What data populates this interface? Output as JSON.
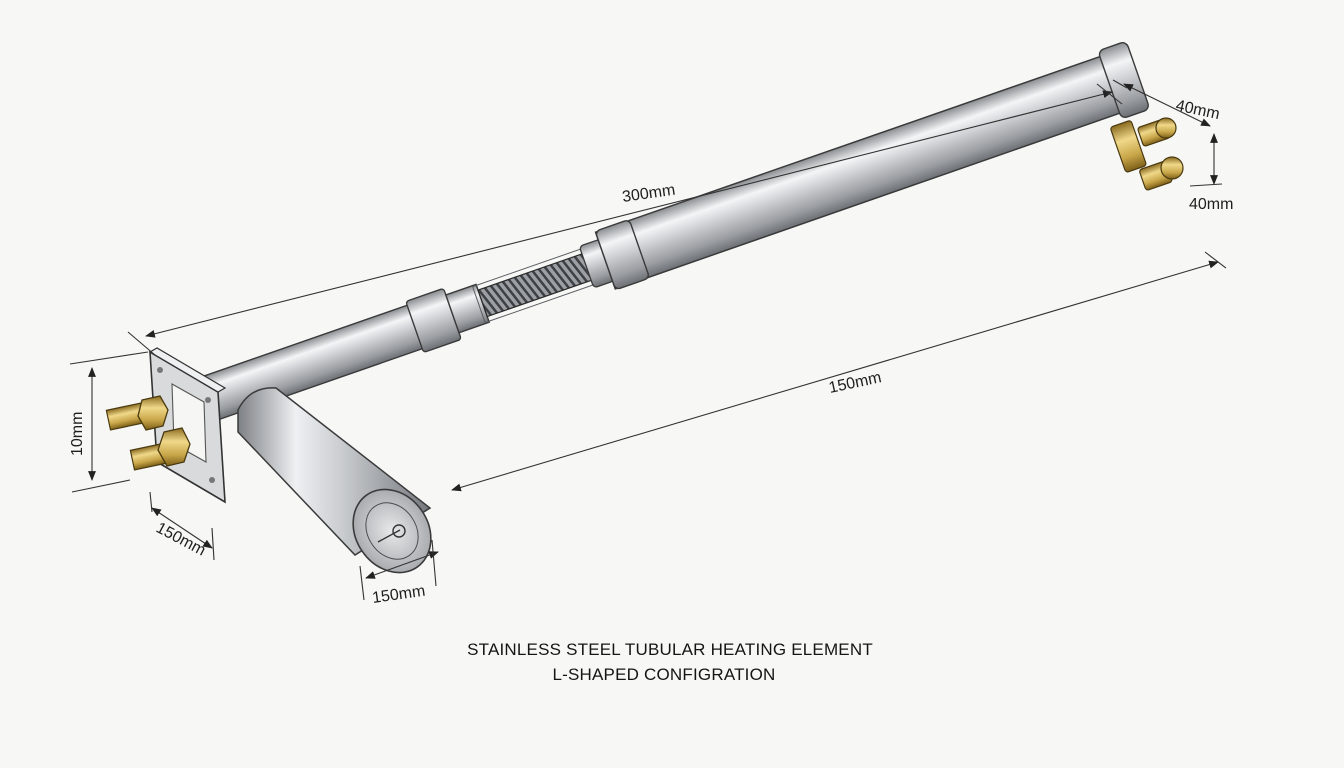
{
  "dimensions": {
    "overall_length": "300mm",
    "straight_section": "150mm",
    "terminal_height": "10mm",
    "flange_width": "150mm",
    "leg_length": "150mm",
    "terminal_spacing_top": "40mm",
    "terminal_spacing_side": "40mm"
  },
  "caption": {
    "line1": "STAINLESS STEEL TUBULAR HEATING ELEMENT",
    "line2": "L-SHAPED CONFIGRATION"
  },
  "colors": {
    "steel_light": "#f2f3f4",
    "steel_mid": "#b9bcc0",
    "steel_dark": "#6c7075",
    "brass": "#c9a74a",
    "brass_dark": "#8a6b1f",
    "line": "#2a2a2a"
  }
}
